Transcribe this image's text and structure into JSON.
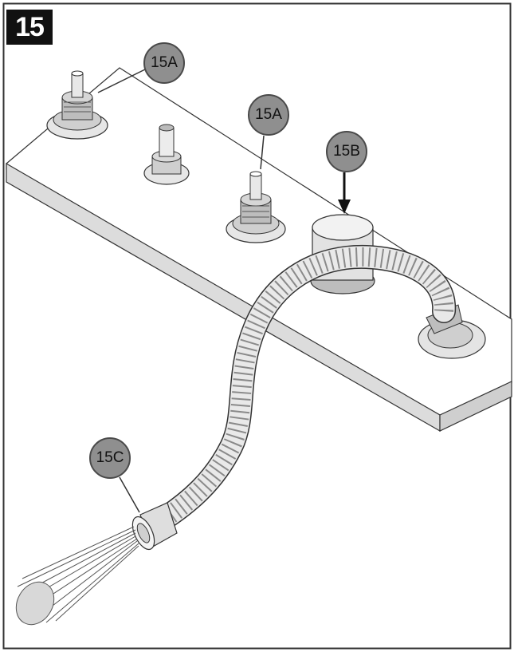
{
  "step": {
    "number": "15"
  },
  "callouts": {
    "valve_left": "15A",
    "valve_right": "15A",
    "diverter": "15B",
    "hose": "15C"
  },
  "colors": {
    "callout_fill": "#8f8f8f",
    "badge_fill": "#111111",
    "line": "#333333",
    "deck_side": "#d9d9d9"
  }
}
